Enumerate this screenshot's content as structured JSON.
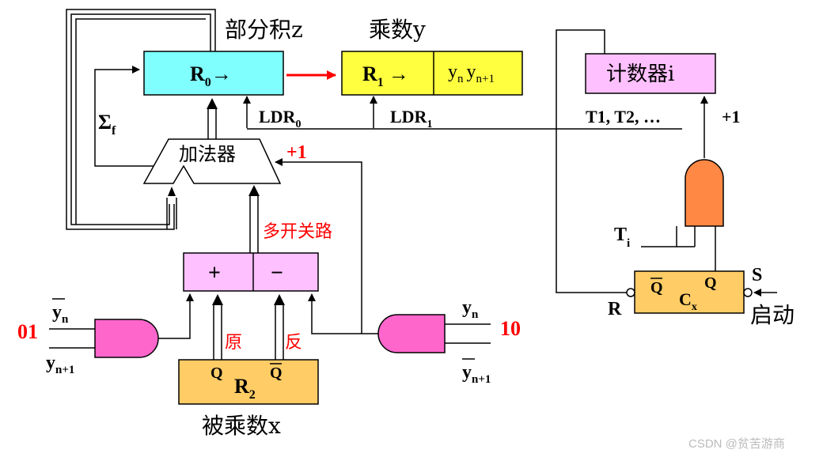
{
  "colors": {
    "r0": "#80ffff",
    "r1": "#ffff40",
    "counter": "#ffc0ff",
    "mux": "#ffc0ff",
    "adder": "#ffffff",
    "r2": "#ffcc66",
    "cx": "#ffcc66",
    "and_gate": "#ff66cc",
    "or_gate": "#ff8844",
    "red_text": "#ff0000",
    "wire": "#000000",
    "shift_arrow": "#ff0000"
  },
  "labels": {
    "partial_product": "部分积z",
    "multiplier": "乘数y",
    "multiplicand": "被乘数x",
    "counter": "计数器i",
    "adder": "加法器",
    "mux": "多开关路",
    "start": "启动",
    "yuan": "原",
    "fan": "反",
    "plus_one_adder": "+1",
    "plus_one_counter": "+1",
    "code_01": "01",
    "code_10": "10",
    "mux_plus": "+",
    "mux_minus": "−"
  },
  "r0": {
    "base": "R",
    "sub": "0",
    "arrow": "→"
  },
  "r1": {
    "base": "R",
    "sub": "1",
    "arrow": "→",
    "y_n": "y",
    "y_n_sub": "n",
    "y_n1": "y",
    "y_n1_sub": "n+1"
  },
  "r2": {
    "base": "R",
    "sub": "2",
    "q": "Q",
    "qbar": "Q"
  },
  "ldr0": {
    "base": "LDR",
    "sub": "0"
  },
  "ldr1": {
    "base": "LDR",
    "sub": "1"
  },
  "sigma": {
    "base": "Σ",
    "sub": "f"
  },
  "timing": "T1, T2, …",
  "ti": {
    "base": "T",
    "sub": "i"
  },
  "cx": {
    "base": "C",
    "sub": "x",
    "q": "Q",
    "qbar": "Q",
    "r": "R",
    "s": "S"
  },
  "left_gate": {
    "in1": "y",
    "in1_sub": "n",
    "in2": "y",
    "in2_sub": "n+1"
  },
  "right_gate": {
    "in1": "y",
    "in1_sub": "n",
    "in2": "y",
    "in2_sub": "n+1"
  },
  "watermark": "CSDN @贫苦游商"
}
